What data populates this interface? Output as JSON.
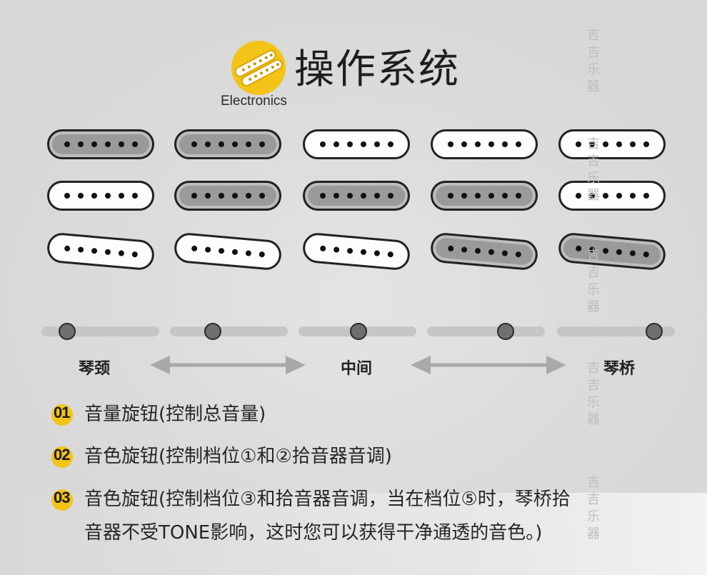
{
  "header": {
    "title": "操作系统",
    "subtitle": "Electronics",
    "logo_icon": "pickup-logo-icon",
    "accent_color": "#f3c318"
  },
  "watermark": {
    "text": "吉吉乐器"
  },
  "pickup_positions": [
    {
      "states": [
        true,
        false,
        false
      ]
    },
    {
      "states": [
        true,
        true,
        false
      ]
    },
    {
      "states": [
        false,
        true,
        false
      ]
    },
    {
      "states": [
        false,
        true,
        true
      ]
    },
    {
      "states": [
        false,
        false,
        true
      ]
    }
  ],
  "selector": {
    "positions": 5,
    "labels": {
      "neck": "琴颈",
      "middle": "中间",
      "bridge": "琴桥"
    }
  },
  "controls": [
    {
      "number": "01",
      "lines": [
        "音量旋钮(控制总音量)"
      ]
    },
    {
      "number": "02",
      "lines": [
        "音色旋钮(控制档位①和②拾音器音调)"
      ]
    },
    {
      "number": "03",
      "lines": [
        "音色旋钮(控制档位③和拾音器音调，当在档位⑤时，琴桥拾",
        "音器不受TONE影响，这时您可以获得干净通透的音色。)"
      ]
    }
  ]
}
